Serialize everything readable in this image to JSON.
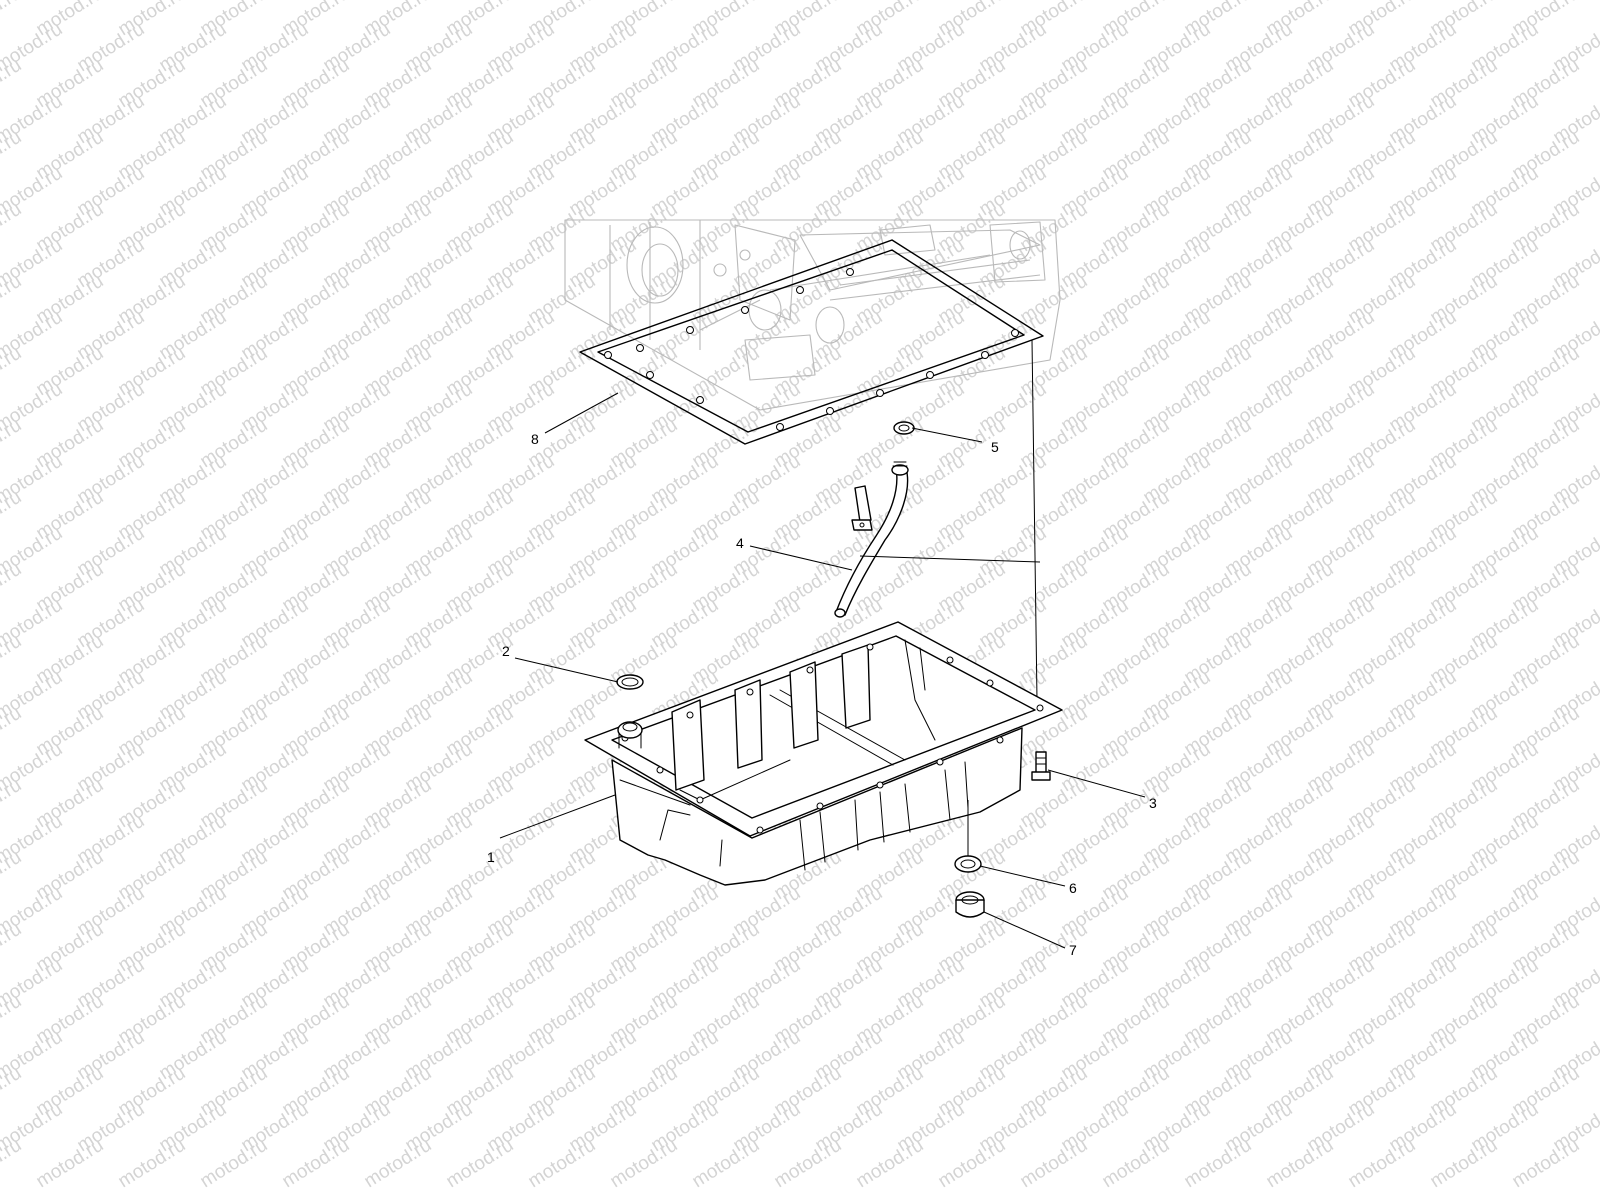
{
  "watermark": {
    "text": "motod.ru"
  },
  "callouts": [
    {
      "id": "1",
      "label": "1"
    },
    {
      "id": "2",
      "label": "2"
    },
    {
      "id": "3",
      "label": "3"
    },
    {
      "id": "4",
      "label": "4"
    },
    {
      "id": "5",
      "label": "5"
    },
    {
      "id": "6",
      "label": "6"
    },
    {
      "id": "7",
      "label": "7"
    },
    {
      "id": "8",
      "label": "8"
    }
  ],
  "colors": {
    "line": "#000000",
    "ghost": "#b9b9b9",
    "watermark": "#d4d4d4",
    "background": "#ffffff"
  }
}
